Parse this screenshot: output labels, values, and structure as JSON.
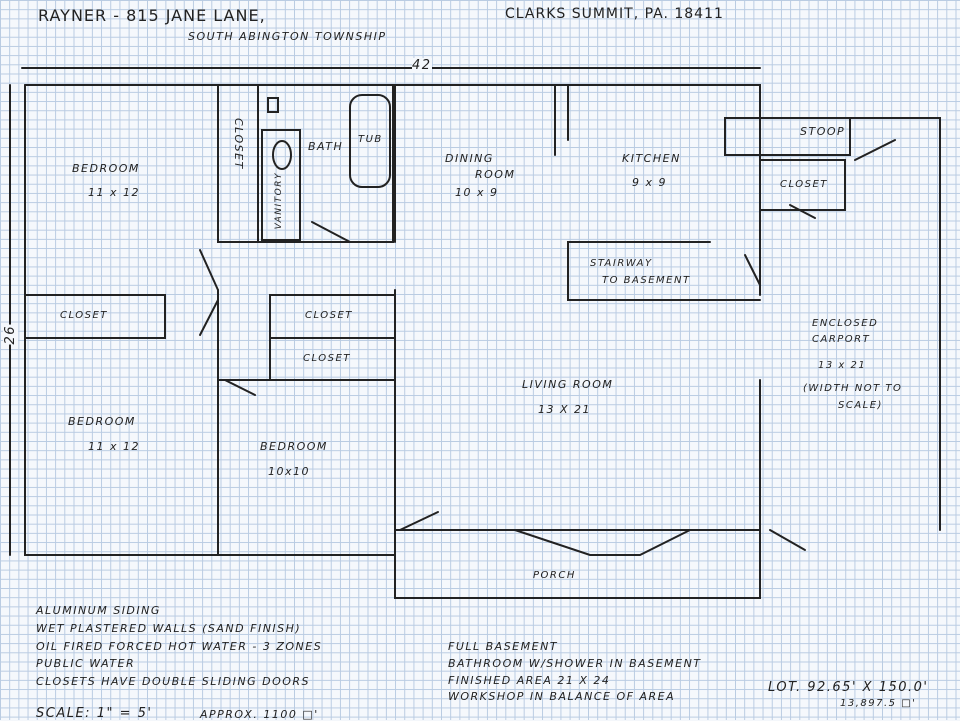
{
  "header": {
    "title": "RAYNER - 815 JANE LANE,",
    "township": "SOUTH ABINGTON TOWNSHIP",
    "city": "CLARKS SUMMIT, PA. 18411"
  },
  "dimensions": {
    "width": "42",
    "depth": "26"
  },
  "rooms": {
    "bedroom1": {
      "name": "BEDROOM",
      "size": "11 x 12"
    },
    "bedroom2": {
      "name": "BEDROOM",
      "size": "11 x 12"
    },
    "bedroom3": {
      "name": "BEDROOM",
      "size": "10x10"
    },
    "closet_bath": "CLOSET",
    "vanitory": "VANITORY",
    "bath": "BATH",
    "tub": "TUB",
    "dining": {
      "name1": "DINING",
      "name2": "ROOM",
      "size": "10 x 9"
    },
    "kitchen": {
      "name": "KITCHEN",
      "size": "9 x 9"
    },
    "stoop": "STOOP",
    "closet_side": "CLOSET",
    "stairway1": "STAIRWAY",
    "stairway2": "TO BASEMENT",
    "closet_left": "CLOSET",
    "closet_mid1": "CLOSET",
    "closet_mid2": "CLOSET",
    "living": {
      "name": "LIVING ROOM",
      "size": "13 X 21"
    },
    "carport": {
      "name1": "ENCLOSED",
      "name2": "CARPORT",
      "size": "13 x 21",
      "note1": "(WIDTH NOT TO",
      "note2": "SCALE)"
    },
    "porch": "PORCH"
  },
  "notes_left": [
    "ALUMINUM SIDING",
    "WET PLASTERED WALLS (SAND FINISH)",
    "OIL FIRED FORCED HOT WATER - 3 ZONES",
    "PUBLIC WATER",
    "CLOSETS HAVE DOUBLE SLIDING DOORS"
  ],
  "scale": "SCALE: 1\" = 5'",
  "approx": "APPROX. 1100 □'",
  "notes_right": [
    "FULL BASEMENT",
    "BATHROOM W/SHOWER IN BASEMENT",
    "FINISHED AREA   21 X 24",
    "WORKSHOP IN BALANCE OF AREA"
  ],
  "lot": {
    "size": "LOT. 92.65' X 150.0'",
    "area": "13,897.5 □'"
  }
}
